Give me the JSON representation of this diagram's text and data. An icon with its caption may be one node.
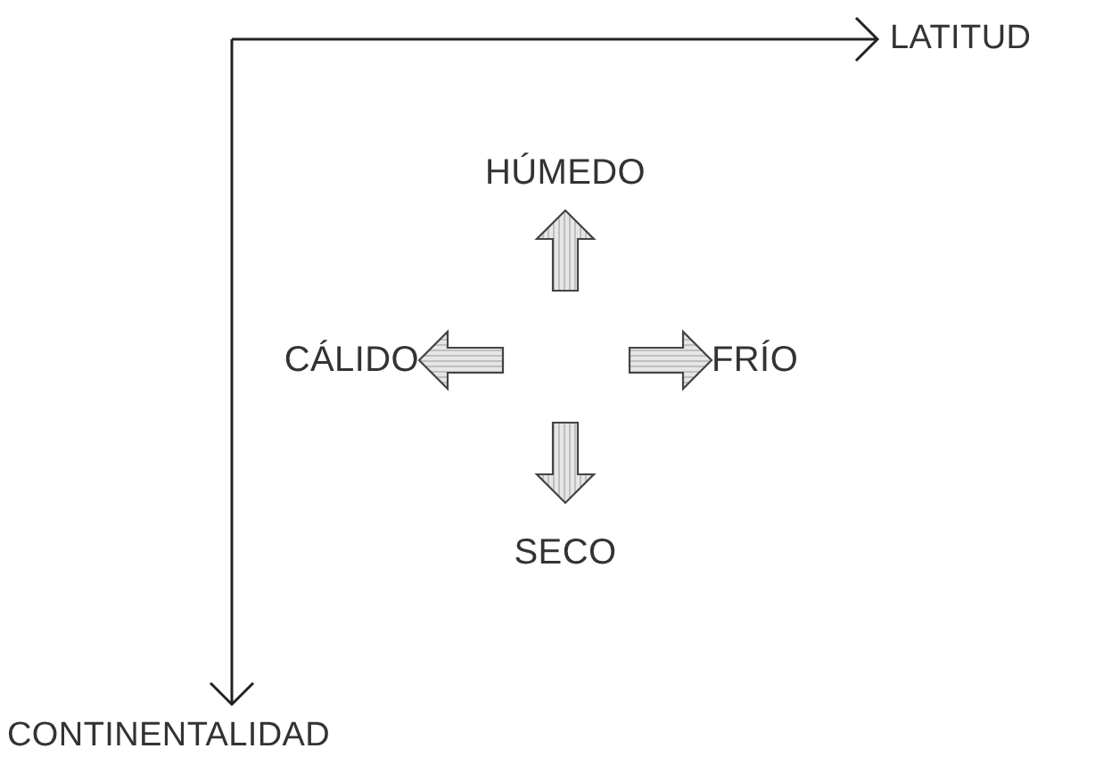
{
  "diagram": {
    "nodes": [
      {
        "text": [
          "HÚMEDO"
        ]
      },
      {
        "text": [
          "CÁLIDO"
        ]
      },
      {
        "text": [
          "FRÍO"
        ]
      },
      {
        "text": [
          "SECO"
        ]
      }
    ],
    "edges": [
      {
        "from": null,
        "to": 0,
        "arrow": "to"
      },
      {
        "from": null,
        "to": 1,
        "arrow": "to"
      },
      {
        "from": null,
        "to": 2,
        "arrow": "to"
      },
      {
        "from": null,
        "to": 3,
        "arrow": "to"
      }
    ],
    "labels": [
      "LATITUD",
      "CONTINENTALIDAD"
    ]
  }
}
